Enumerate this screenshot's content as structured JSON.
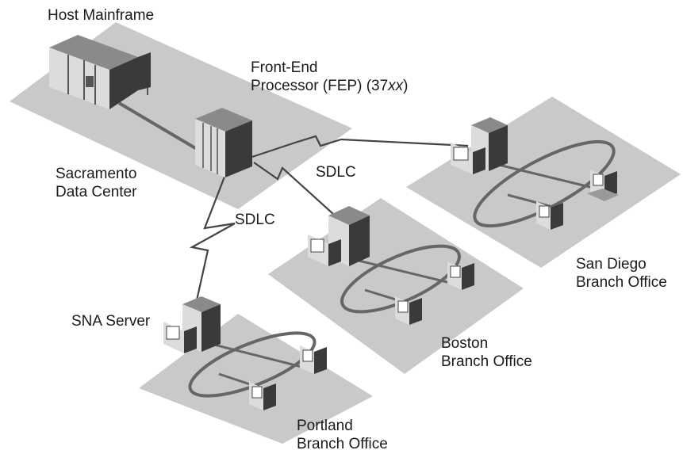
{
  "labels": {
    "host_mainframe": "Host Mainframe",
    "fep_line1": "Front-End",
    "fep_line2_prefix": "Processor (FEP) (37",
    "fep_line2_italic": "xx",
    "fep_line2_suffix": ")",
    "sacramento_line1": "Sacramento",
    "sacramento_line2": "Data Center",
    "sdlc_east": "SDLC",
    "sdlc_south": "SDLC",
    "sna_server": "SNA Server",
    "san_diego_line1": "San Diego",
    "san_diego_line2": "Branch Office",
    "boston_line1": "Boston",
    "boston_line2": "Branch Office",
    "portland_line1": "Portland",
    "portland_line2": "Branch Office"
  },
  "colors": {
    "platform": "#c9c9c9",
    "link": "#666666",
    "ring": "#666666",
    "device_dark": "#3a3a3a",
    "device_light": "#e4e4e4",
    "device_mid": "#9a9a9a"
  }
}
